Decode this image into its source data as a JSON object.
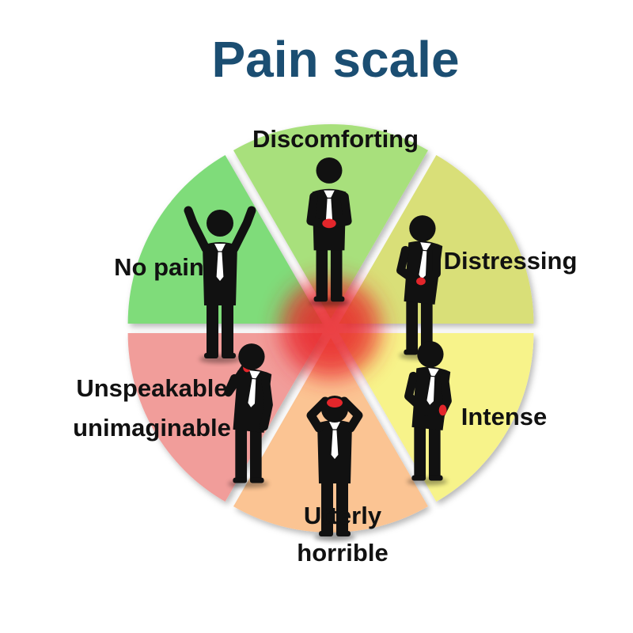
{
  "title": "Pain scale",
  "segments": [
    {
      "id": "no-pain",
      "lines": [
        "No pain"
      ],
      "color": "#7fdc7a",
      "pose": "arms-up"
    },
    {
      "id": "discomforting",
      "lines": [
        "Discomforting"
      ],
      "color": "#a8e07c",
      "pose": "hands-belly"
    },
    {
      "id": "distressing",
      "lines": [
        "Distressing"
      ],
      "color": "#d9df78",
      "pose": "bent-belly"
    },
    {
      "id": "intense",
      "lines": [
        "Intense"
      ],
      "color": "#f7f38a",
      "pose": "bent-side"
    },
    {
      "id": "utterly-horrible",
      "lines": [
        "Utterly",
        "horrible"
      ],
      "color": "#fbc493",
      "pose": "hands-head"
    },
    {
      "id": "unspeakable-unimaginable",
      "lines": [
        "Unspeakable",
        "unimaginable"
      ],
      "color": "#f19d9a",
      "pose": "hand-face"
    }
  ],
  "center_glow_color": "#e8262a"
}
